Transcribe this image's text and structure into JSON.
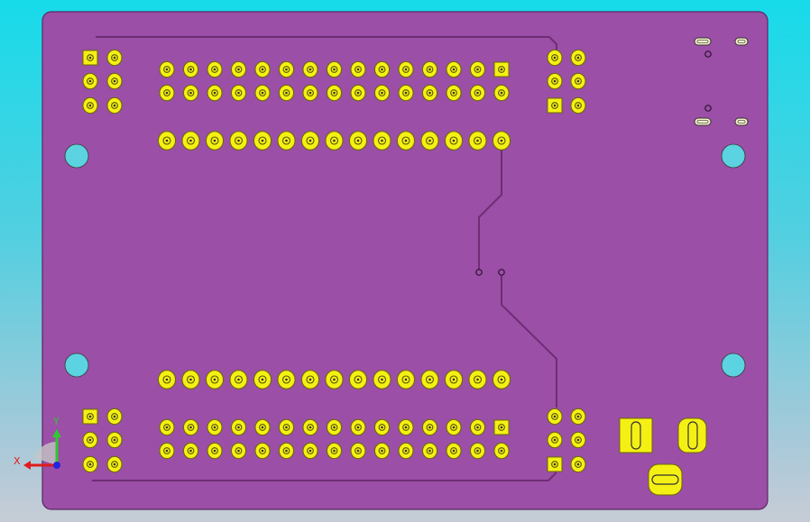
{
  "viewport": {
    "background_top": "#17dbea",
    "background_bottom": "#c7ccd6"
  },
  "board": {
    "color": "#9b4fa6",
    "edge_color": "#5a2a63",
    "trace_color": "#6e2d75",
    "pad_color": "#f5f014",
    "pad_edge_color": "#6a6a00",
    "hole_color": "#5bd3e0"
  },
  "axis_triad": {
    "x_label": "X",
    "y_label": "Y",
    "x_color": "#e11b1b",
    "y_color": "#2fc92f",
    "z_color": "#2323e0"
  },
  "components": {
    "header_upper_rows": 2,
    "header_upper_pins_per_row": 15,
    "header_lower_rows": 2,
    "header_lower_pins_per_row": 15,
    "single_row_pins": 15,
    "pin_block_3x2_count": 4,
    "mounting_holes": 4,
    "switches": 2,
    "usb_connector_pads": 3
  }
}
